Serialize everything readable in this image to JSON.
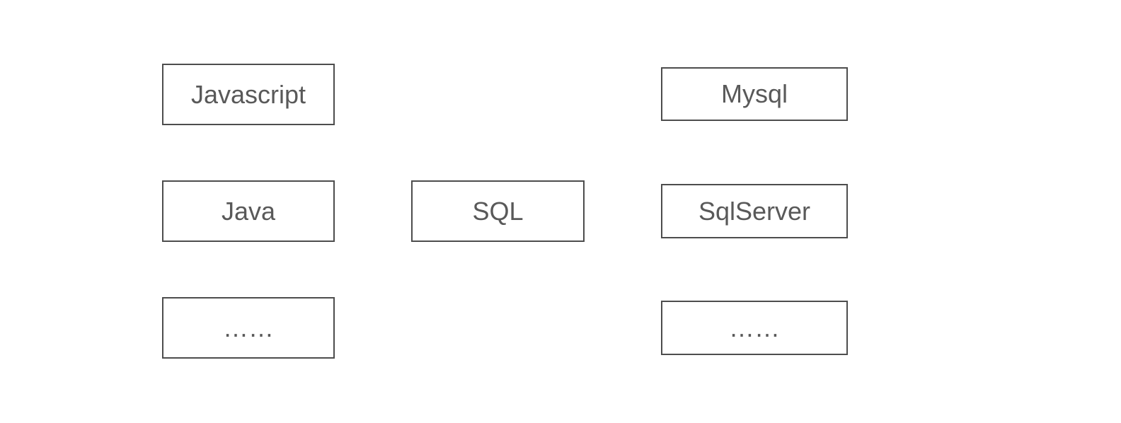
{
  "nodes": {
    "javascript": "Javascript",
    "java": "Java",
    "more_left": "……",
    "sql": "SQL",
    "mysql": "Mysql",
    "sqlserver": "SqlServer",
    "more_right": "……"
  },
  "colors": {
    "border": "#4d4d4d",
    "text": "#595959",
    "background": "#ffffff"
  }
}
